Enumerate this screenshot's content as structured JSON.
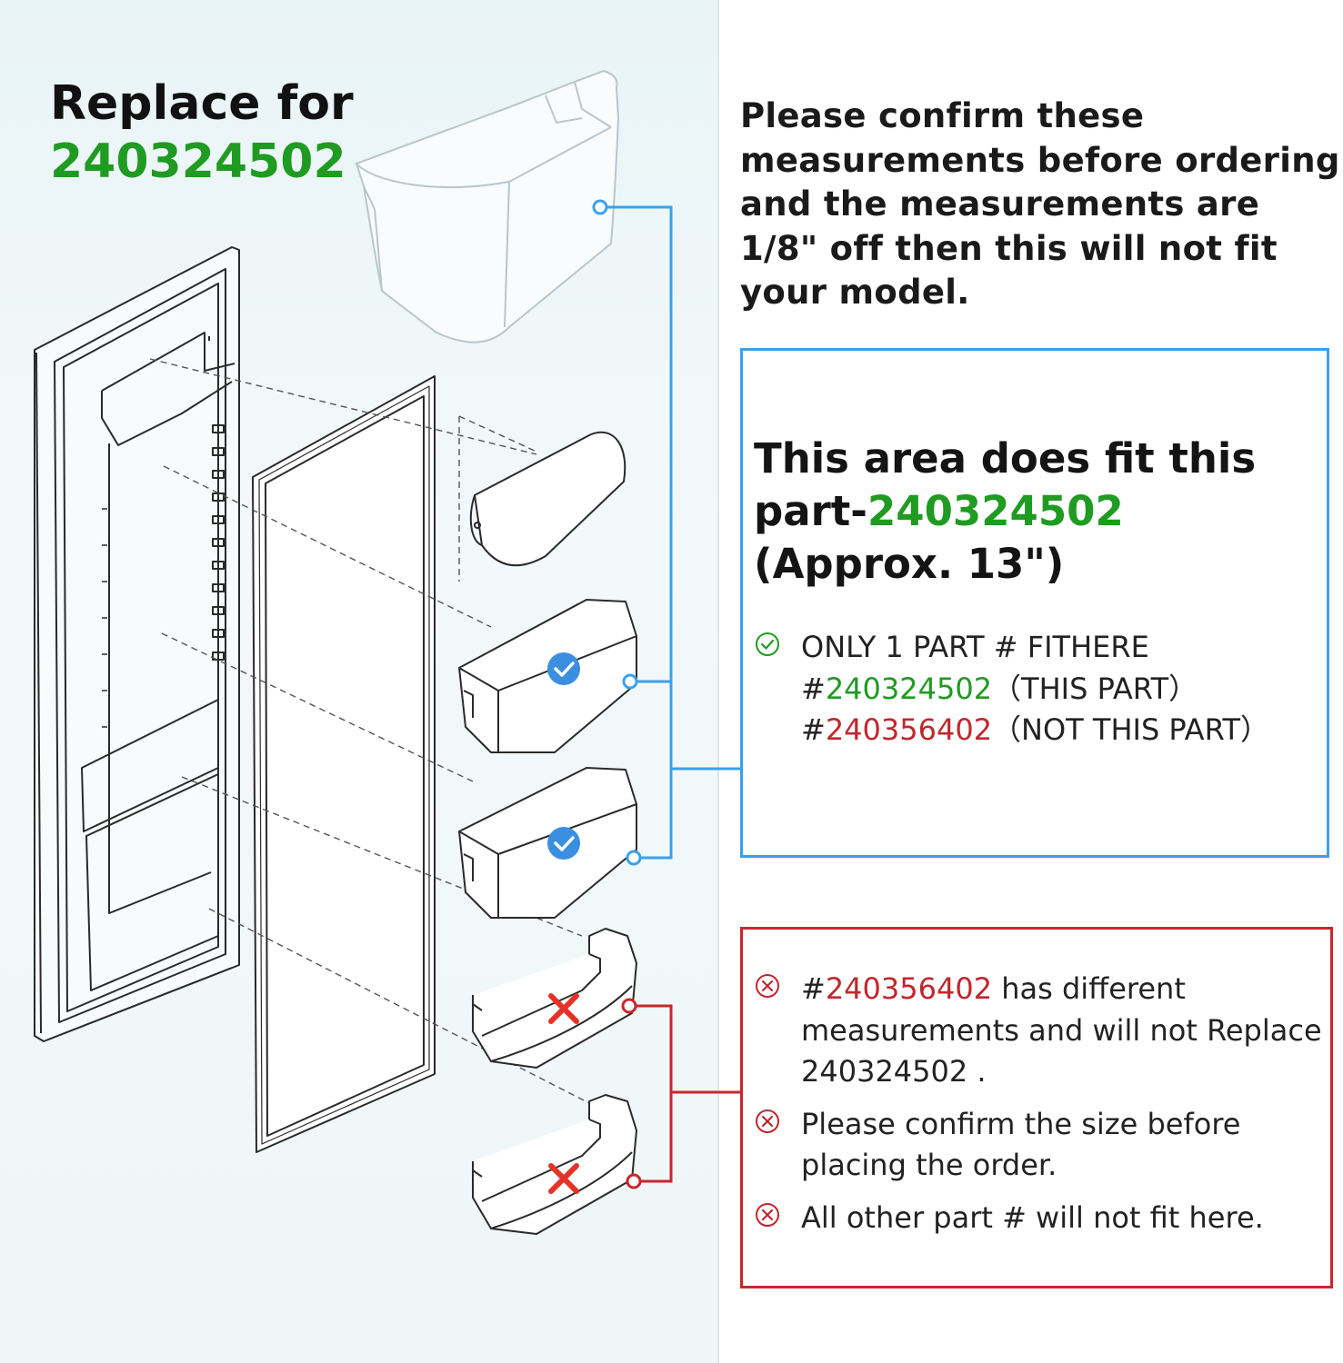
{
  "header": {
    "replace_label": "Replace for",
    "part_number": "240324502"
  },
  "intro_text": "Please confirm these measurements before ordering and the measurements are 1/8\" off then this will not fit your model.",
  "fit_box": {
    "heading_prefix": "This area does fit this part-",
    "heading_part": "240324502",
    "heading_suffix": "(Approx. 13\")",
    "line1": "ONLY 1 PART # FITHERE",
    "line2_hash": "#",
    "line2_part": "240324502",
    "line2_note": "（THIS PART）",
    "line3_hash": "#",
    "line3_part": "240356402",
    "line3_note": "（NOT THIS PART）",
    "check_icon": "check-circle-icon"
  },
  "nofit_box": {
    "item1_hash": "#",
    "item1_part": "240356402",
    "item1_text": " has different measurements and will not Replace 240324502 .",
    "item2_text": "Please confirm the size before placing the order.",
    "item3_text": "All other part # will not fit here.",
    "x_icon": "x-circle-icon"
  },
  "colors": {
    "green": "#1f9b22",
    "red": "#c0272d",
    "blue_connector": "#3aa1e8",
    "red_connector": "#c8272d"
  }
}
